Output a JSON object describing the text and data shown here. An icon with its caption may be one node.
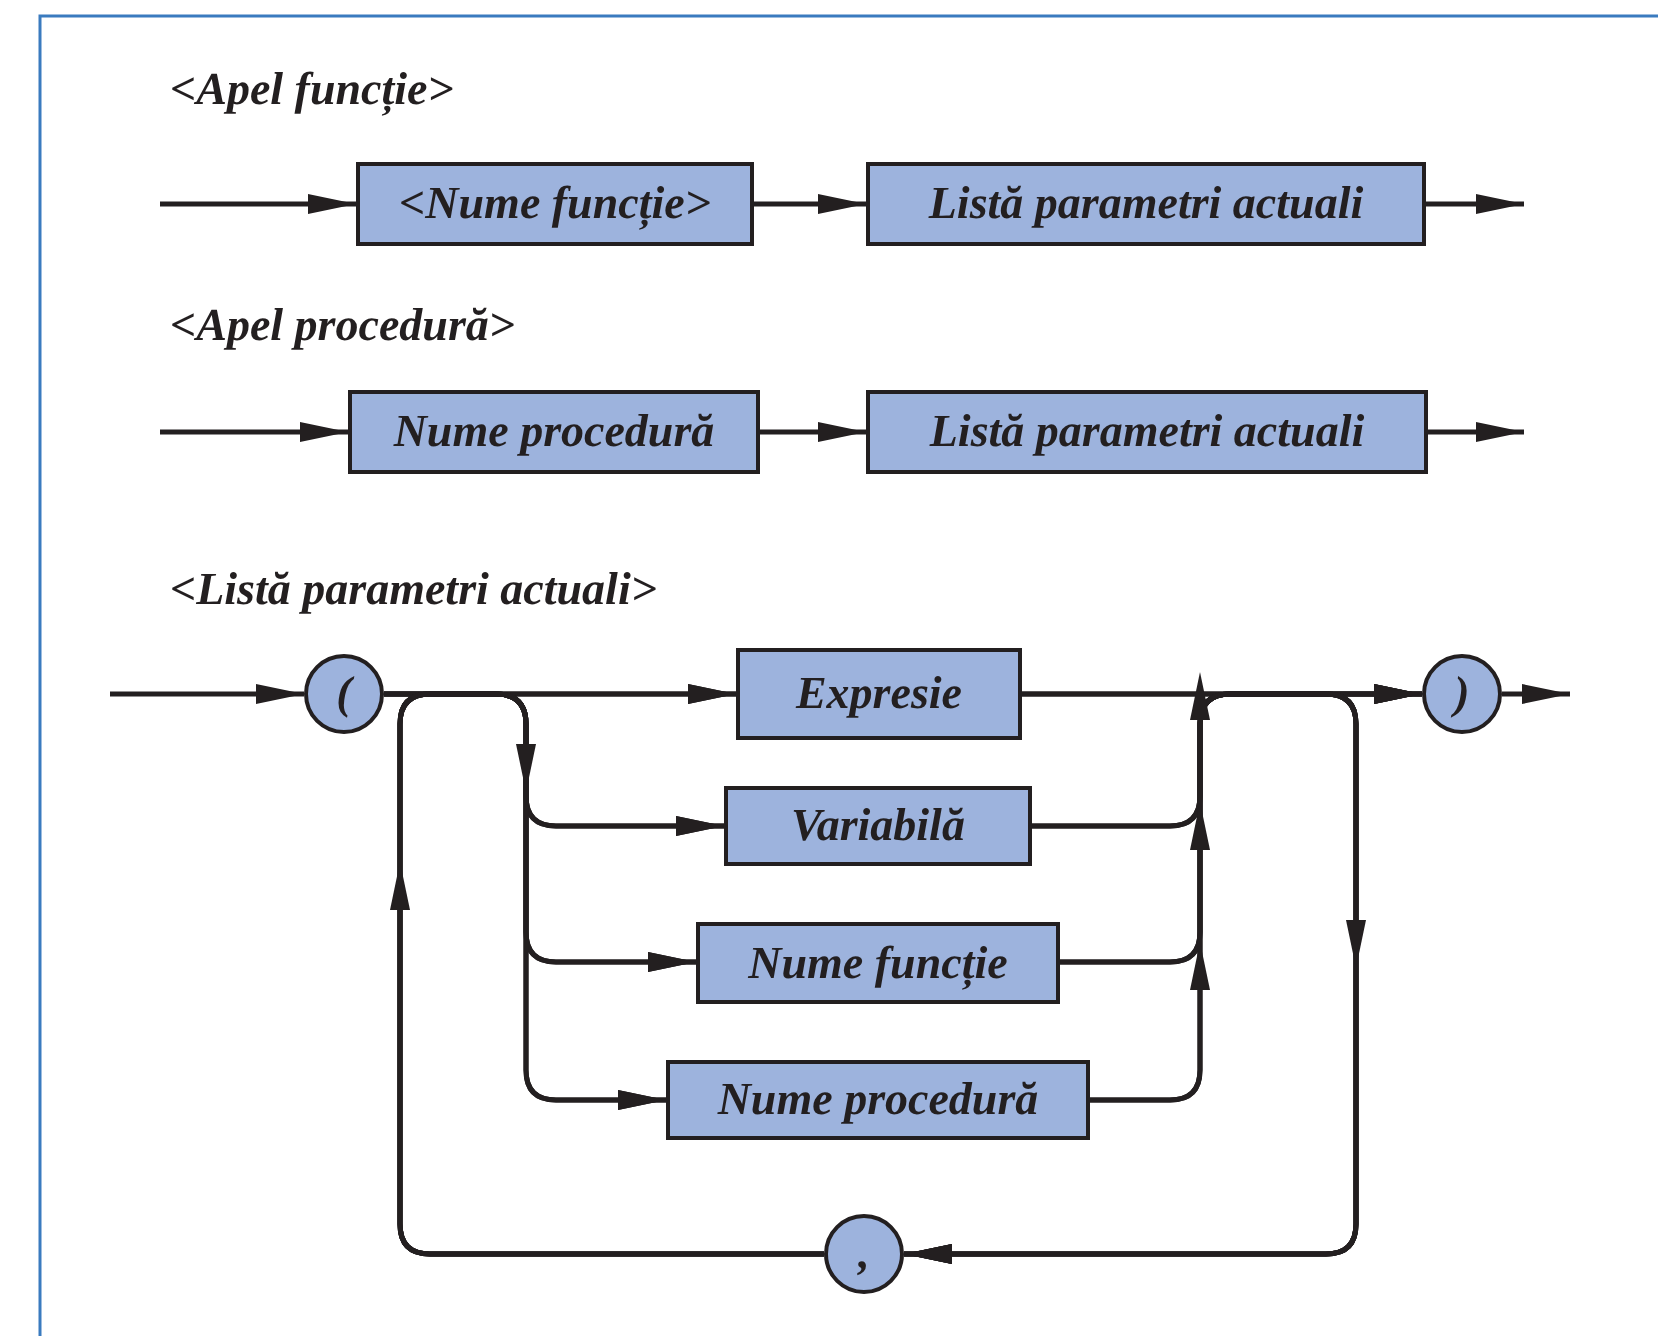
{
  "diagram": {
    "nodes": [
      {
        "text": [
          "<Nume funcție>"
        ]
      },
      {
        "text": [
          "Listă parametri actuali"
        ]
      },
      {
        "text": [
          "Nume procedură"
        ]
      },
      {
        "text": [
          "Listă parametri actuali"
        ]
      },
      {
        "text": [
          "("
        ]
      },
      {
        "text": [
          "Expresie"
        ]
      },
      {
        "text": [
          "Variabilă"
        ]
      },
      {
        "text": [
          "Nume funcție"
        ]
      },
      {
        "text": [
          "Nume procedură"
        ]
      },
      {
        "text": [
          ")"
        ]
      },
      {
        "text": [
          ","
        ]
      }
    ],
    "edges": [
      {
        "from": null,
        "to": 0,
        "arrow": "to"
      },
      {
        "from": 0,
        "to": 1,
        "arrow": "to"
      },
      {
        "from": 1,
        "to": null,
        "arrow": "to"
      },
      {
        "from": null,
        "to": 2,
        "arrow": "to"
      },
      {
        "from": 2,
        "to": 3,
        "arrow": "to"
      },
      {
        "from": 3,
        "to": null,
        "arrow": "to"
      },
      {
        "from": null,
        "to": 4,
        "arrow": "to"
      },
      {
        "from": 4,
        "to": 5,
        "arrow": "to"
      },
      {
        "from": 4,
        "to": 6,
        "arrow": "to"
      },
      {
        "from": 4,
        "to": 7,
        "arrow": "to"
      },
      {
        "from": 4,
        "to": 8,
        "arrow": "to"
      },
      {
        "from": 5,
        "to": 9,
        "arrow": "to"
      },
      {
        "from": 6,
        "to": 9,
        "arrow": "to"
      },
      {
        "from": 7,
        "to": 9,
        "arrow": "to"
      },
      {
        "from": 8,
        "to": 9,
        "arrow": "to"
      },
      {
        "from": 9,
        "to": null,
        "arrow": "to"
      },
      {
        "from": 5,
        "to": 10,
        "arrow": "to"
      },
      {
        "from": 6,
        "to": 10,
        "arrow": "to"
      },
      {
        "from": 7,
        "to": 10,
        "arrow": "to"
      },
      {
        "from": 8,
        "to": 10,
        "arrow": "to"
      },
      {
        "from": 10,
        "to": 5,
        "arrow": "to"
      },
      {
        "from": 10,
        "to": 6,
        "arrow": "to"
      },
      {
        "from": 10,
        "to": 7,
        "arrow": "to"
      },
      {
        "from": 10,
        "to": 8,
        "arrow": "to"
      }
    ],
    "labels": [
      "<Apel funcție>",
      "<Apel procedură>",
      "<Listă parametri actuali>"
    ]
  }
}
